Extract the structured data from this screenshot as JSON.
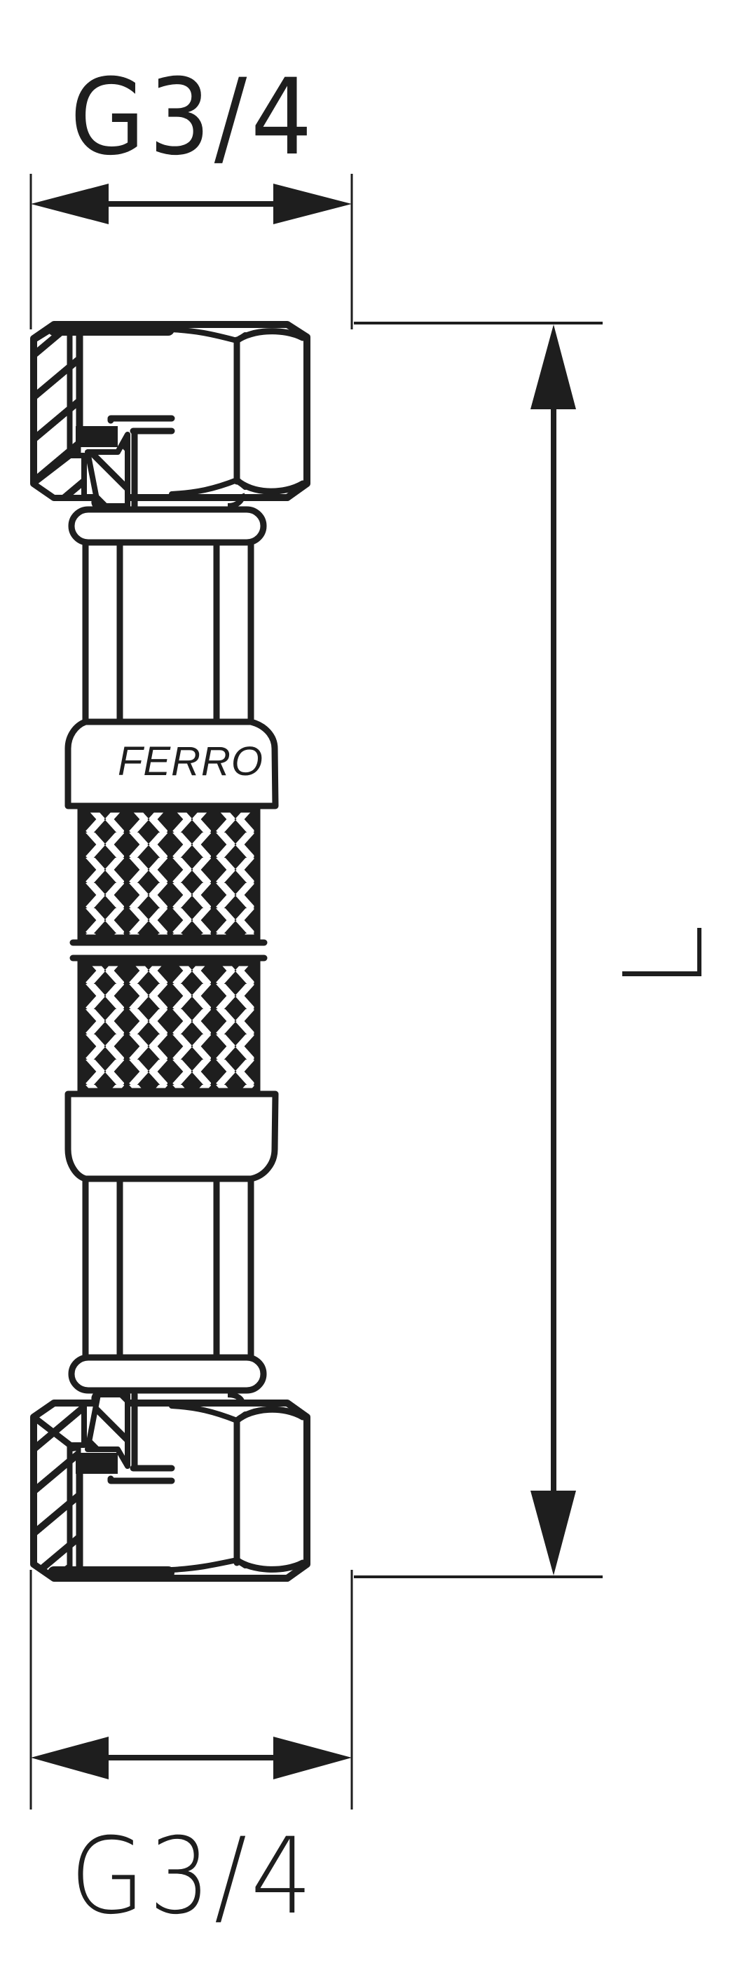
{
  "drawing": {
    "type": "technical-drawing",
    "subject": "braided flexible connection hose",
    "stroke_color": "#1e1e1e",
    "background_color": "#ffffff"
  },
  "dimensions": {
    "top_thread": {
      "label": "G3/4",
      "arrow": "double-headed horizontal"
    },
    "bottom_thread": {
      "label": "G3/4",
      "arrow": "double-headed horizontal"
    },
    "length": {
      "label": "L",
      "orientation": "rotated 90°",
      "arrow": "double-headed vertical"
    }
  },
  "parts": {
    "ferrule_top": {
      "brand_text": "FERRO"
    },
    "ferrule_bottom": {
      "brand_text": ""
    },
    "nut_top": {
      "shape": "hex nut, half section hatched"
    },
    "nut_bottom": {
      "shape": "hex nut, half section hatched"
    },
    "braid": {
      "pattern": "herringbone weave",
      "segments": 2
    }
  }
}
